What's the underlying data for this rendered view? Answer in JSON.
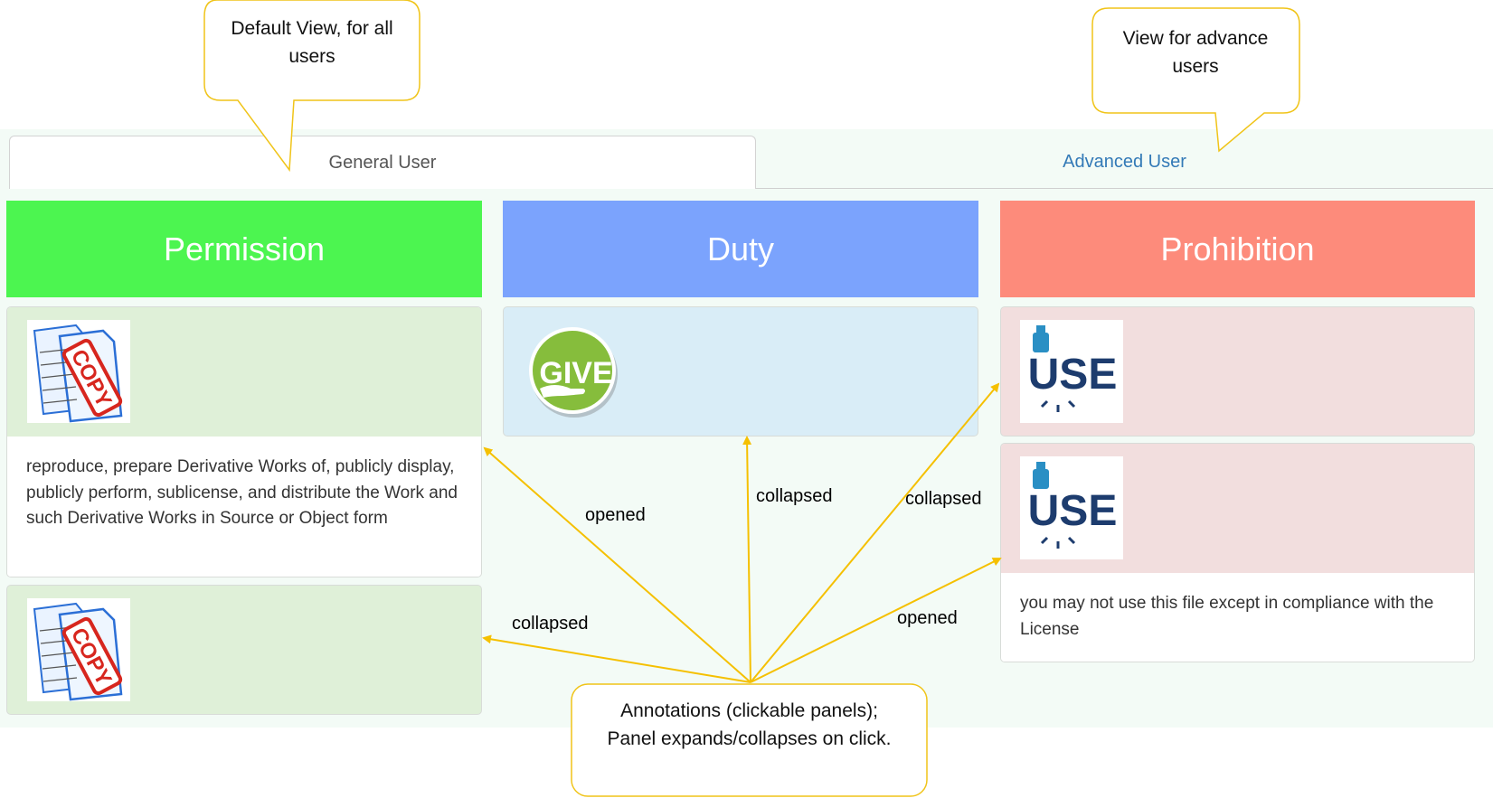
{
  "tabs": {
    "general": "General User",
    "advanced": "Advanced User"
  },
  "columns": {
    "permission": {
      "title": "Permission",
      "color": "#4cf550"
    },
    "duty": {
      "title": "Duty",
      "color": "#7ba3fd"
    },
    "prohibition": {
      "title": "Prohibition",
      "color": "#fd8b7b"
    }
  },
  "panels": {
    "permission_open": {
      "icon": "copy-icon",
      "text": "reproduce, prepare Derivative Works of, publicly display, publicly perform, sublicense, and distribute the Work and such Derivative Works in Source or Object form"
    },
    "permission_collapsed": {
      "icon": "copy-icon"
    },
    "duty_collapsed": {
      "icon": "give-icon",
      "icon_text": "GIVE"
    },
    "prohibition_collapsed": {
      "icon": "use-icon",
      "icon_text": "USE"
    },
    "prohibition_open": {
      "icon": "use-icon",
      "icon_text": "USE",
      "text": "you may not use this file except in compliance with the License"
    }
  },
  "copy_stamp": "COPY",
  "annotations": {
    "callout_default": "Default View, for all users",
    "callout_advanced": "View for advance users",
    "callout_bottom_line1": "Annotations (clickable panels);",
    "callout_bottom_line2": "Panel expands/collapses on click.",
    "label_opened_left": "opened",
    "label_collapsed_left": "collapsed",
    "label_collapsed_duty": "collapsed",
    "label_collapsed_right": "collapsed",
    "label_opened_right": "opened"
  },
  "colors": {
    "permission_panel": "#dff0d8",
    "duty_panel": "#d9edf7",
    "prohibition_panel": "#f2dede",
    "annotation_arrow": "#f5c000",
    "callout_border": "#f0c419",
    "advanced_tab_text": "#337ab7"
  }
}
